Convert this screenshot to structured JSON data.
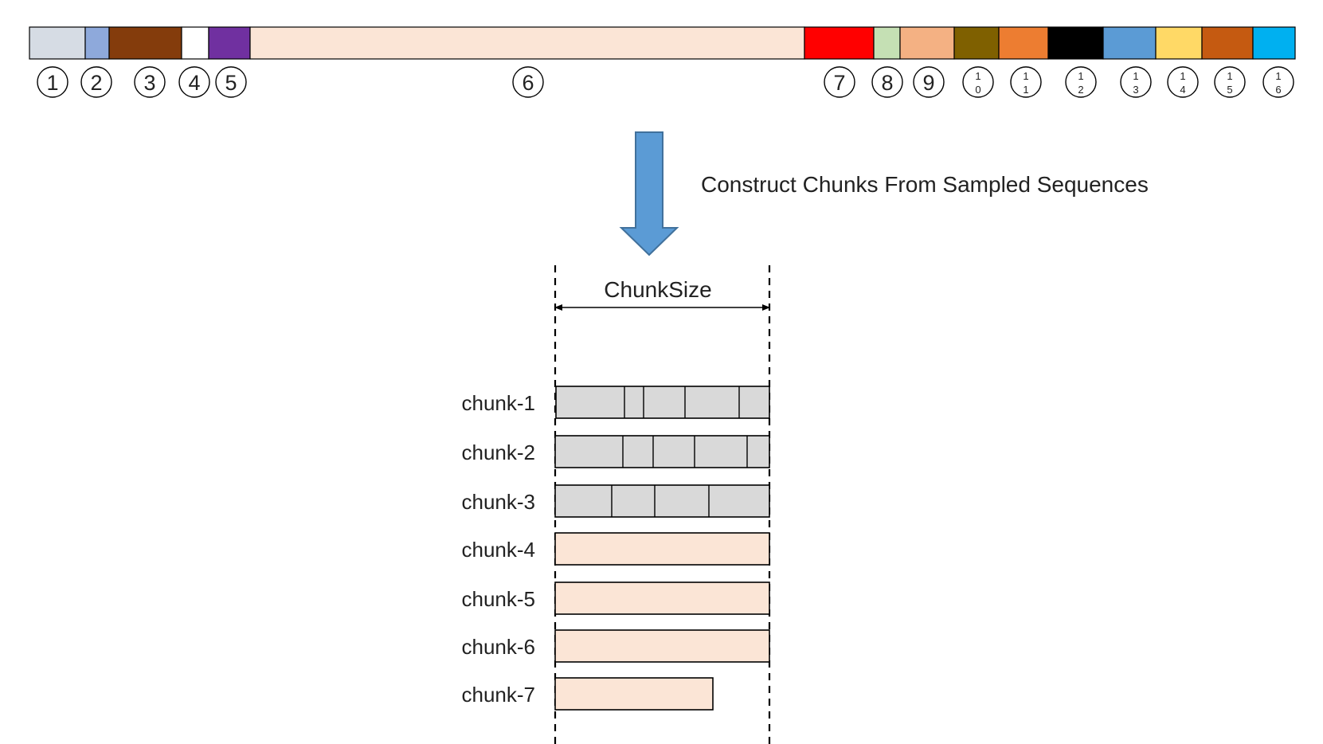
{
  "sequences": [
    {
      "marker": "1",
      "color": "#D6DCE4"
    },
    {
      "marker": "2",
      "color": "#8EA9DB"
    },
    {
      "marker": "3",
      "color": "#843C0C"
    },
    {
      "marker": "4",
      "color": "#FFFFFF"
    },
    {
      "marker": "5",
      "color": "#7030A0"
    },
    {
      "marker": "6",
      "color": "#FBE5D6"
    },
    {
      "marker": "7",
      "color": "#FF0000"
    },
    {
      "marker": "8",
      "color": "#C5E0B4"
    },
    {
      "marker": "9",
      "color": "#F4B183"
    },
    {
      "marker": "10",
      "color": "#7F6000"
    },
    {
      "marker": "11",
      "color": "#ED7D31"
    },
    {
      "marker": "12",
      "color": "#000000"
    },
    {
      "marker": "13",
      "color": "#5B9BD5"
    },
    {
      "marker": "14",
      "color": "#FFD966"
    },
    {
      "marker": "15",
      "color": "#C55A11"
    },
    {
      "marker": "16",
      "color": "#00B0F0"
    }
  ],
  "arrow_label": "Construct Chunks From Sampled Sequences",
  "chunk_size_label": "ChunkSize",
  "chunks": [
    {
      "label": "chunk-1",
      "fill": "#D9D9D9"
    },
    {
      "label": "chunk-2",
      "fill": "#D9D9D9"
    },
    {
      "label": "chunk-3",
      "fill": "#D9D9D9"
    },
    {
      "label": "chunk-4",
      "fill": "#FBE5D6"
    },
    {
      "label": "chunk-5",
      "fill": "#FBE5D6"
    },
    {
      "label": "chunk-6",
      "fill": "#FBE5D6"
    },
    {
      "label": "chunk-7",
      "fill": "#FBE5D6"
    }
  ],
  "colors": {
    "arrow": "#5B9BD5",
    "arrow_stroke": "#41719C",
    "stroke": "#000000"
  }
}
